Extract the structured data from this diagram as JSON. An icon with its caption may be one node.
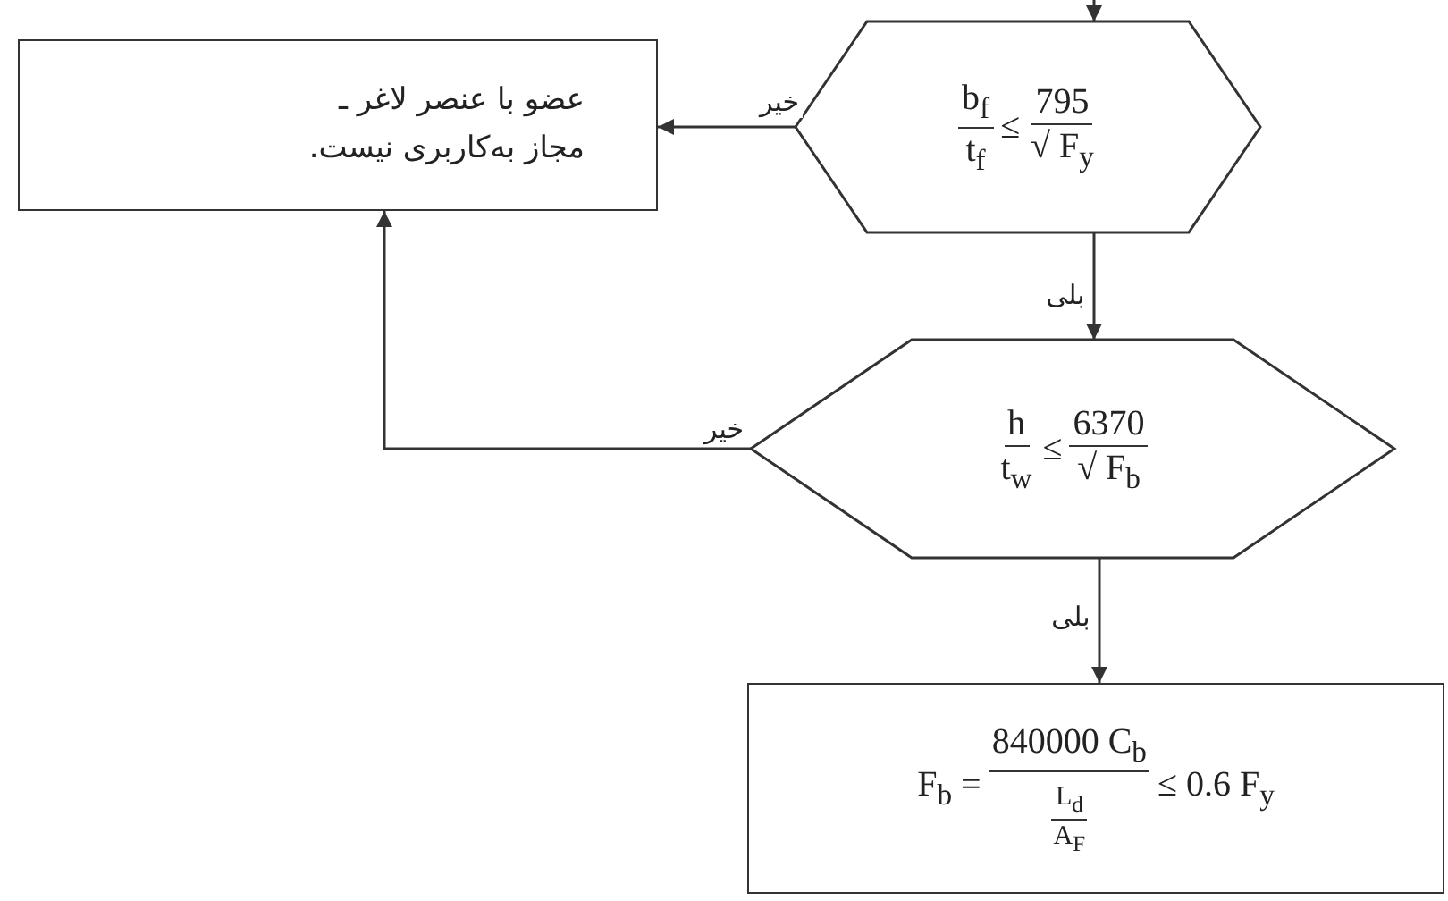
{
  "diagram": {
    "nodes": [
      {
        "text": [
          "b$_{f}$",
          "t$_{f}$",
          "≤",
          "795",
          "√ F$_{y}$"
        ]
      },
      {
        "text": [
          "عضو با عنصر لاغر ـ مجاز به‌کاربری نیست."
        ]
      },
      {
        "text": [
          "h",
          "t$_{w}$",
          "≤",
          "6370",
          "√ F$_{b}$"
        ]
      },
      {
        "text": [
          "F$_{b}$ =",
          "840000 C$_{b}$",
          "L$_{d}$",
          "A$_{F}$",
          "≤ 0.6 F$_{y}$"
        ]
      }
    ],
    "edges": [
      {
        "from": null,
        "to": 0,
        "arrow": "to"
      },
      {
        "from": 0,
        "to": 1,
        "arrow": "to",
        "label": "خیر"
      },
      {
        "from": 0,
        "to": 2,
        "arrow": "to",
        "label": "بلی"
      },
      {
        "from": 2,
        "to": 1,
        "arrow": "to",
        "label": "خیر"
      },
      {
        "from": 2,
        "to": 3,
        "arrow": "to",
        "label": "بلی"
      }
    ]
  }
}
